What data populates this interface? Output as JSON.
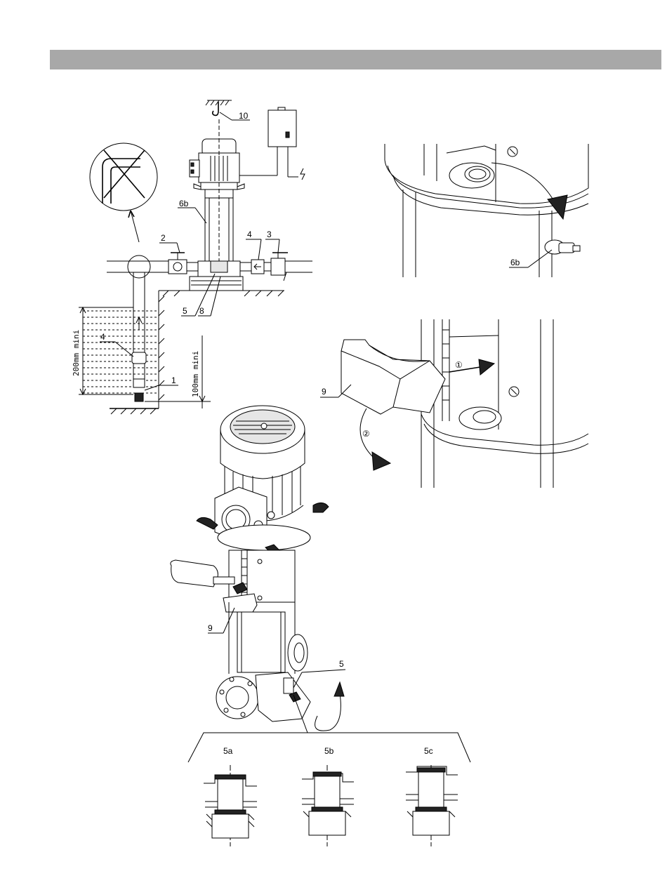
{
  "labels": {
    "l10": "10",
    "l6b": "6b",
    "l2": "2",
    "l4": "4",
    "l3": "3",
    "l5": "5",
    "l8": "8",
    "l4b": "4",
    "l1": "1",
    "dim200": "200mm mini",
    "dim100": "100mm mini",
    "l6b_detail": "6b",
    "l9_detail": "9",
    "step1": "①",
    "step2": "②",
    "l9": "9",
    "l5_main": "5",
    "l5a": "5a",
    "l5b": "5b",
    "l5c": "5c"
  }
}
